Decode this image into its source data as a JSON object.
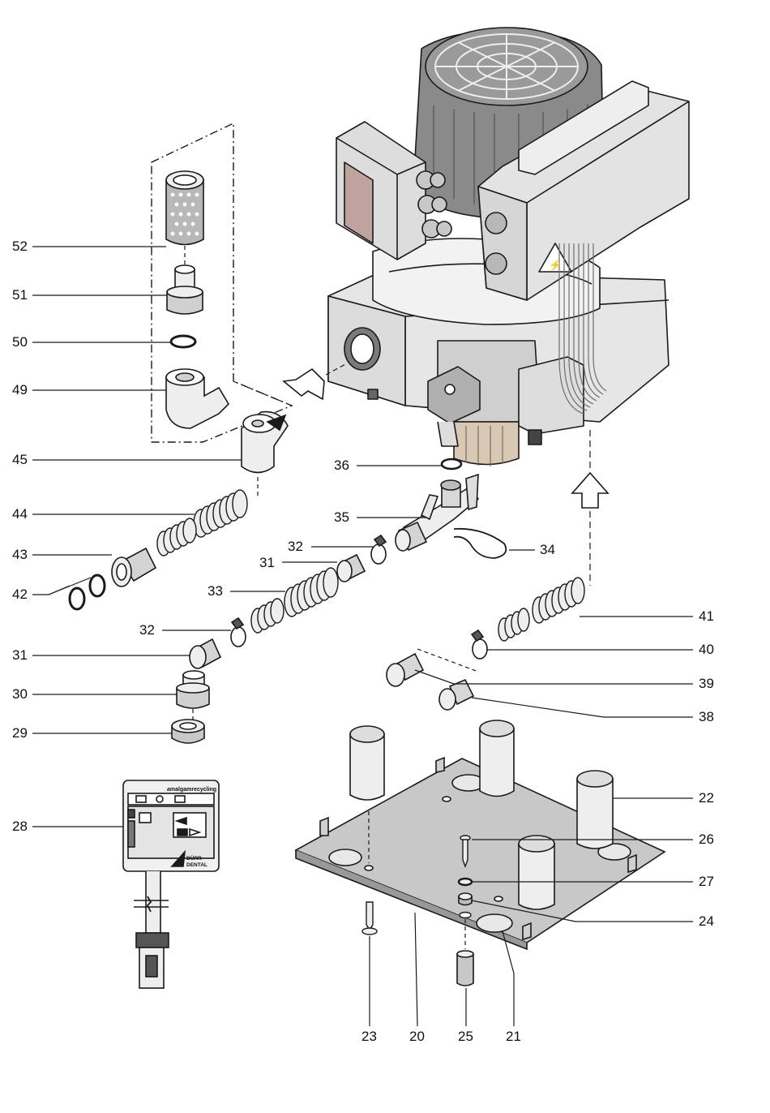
{
  "colors": {
    "ink": "#1a1a1a",
    "fill_light": "#e9e9e9",
    "fill_mid": "#c8c8c8",
    "fill_dark": "#8a8a8a",
    "panel_face": "#dcdcdc",
    "panel_red": "#bfa39d"
  },
  "callouts": {
    "c52": "52",
    "c51": "51",
    "c50": "50",
    "c49": "49",
    "c45": "45",
    "c44": "44",
    "c43": "43",
    "c42": "42",
    "c32a": "32",
    "c31a": "31",
    "c33": "33",
    "c32b": "32",
    "c31b": "31",
    "c30": "30",
    "c29": "29",
    "c28": "28",
    "c36": "36",
    "c35": "35",
    "c34": "34",
    "c41": "41",
    "c40": "40",
    "c39": "39",
    "c38": "38",
    "c22": "22",
    "c26": "26",
    "c27": "27",
    "c24": "24",
    "c21": "21",
    "c25": "25",
    "c20": "20",
    "c23": "23"
  },
  "control_panel": {
    "brand_line": "amalgamrecycling",
    "logo_line1": "DÜRR",
    "logo_line2": "DENTAL"
  },
  "warning_symbol": "⚡"
}
